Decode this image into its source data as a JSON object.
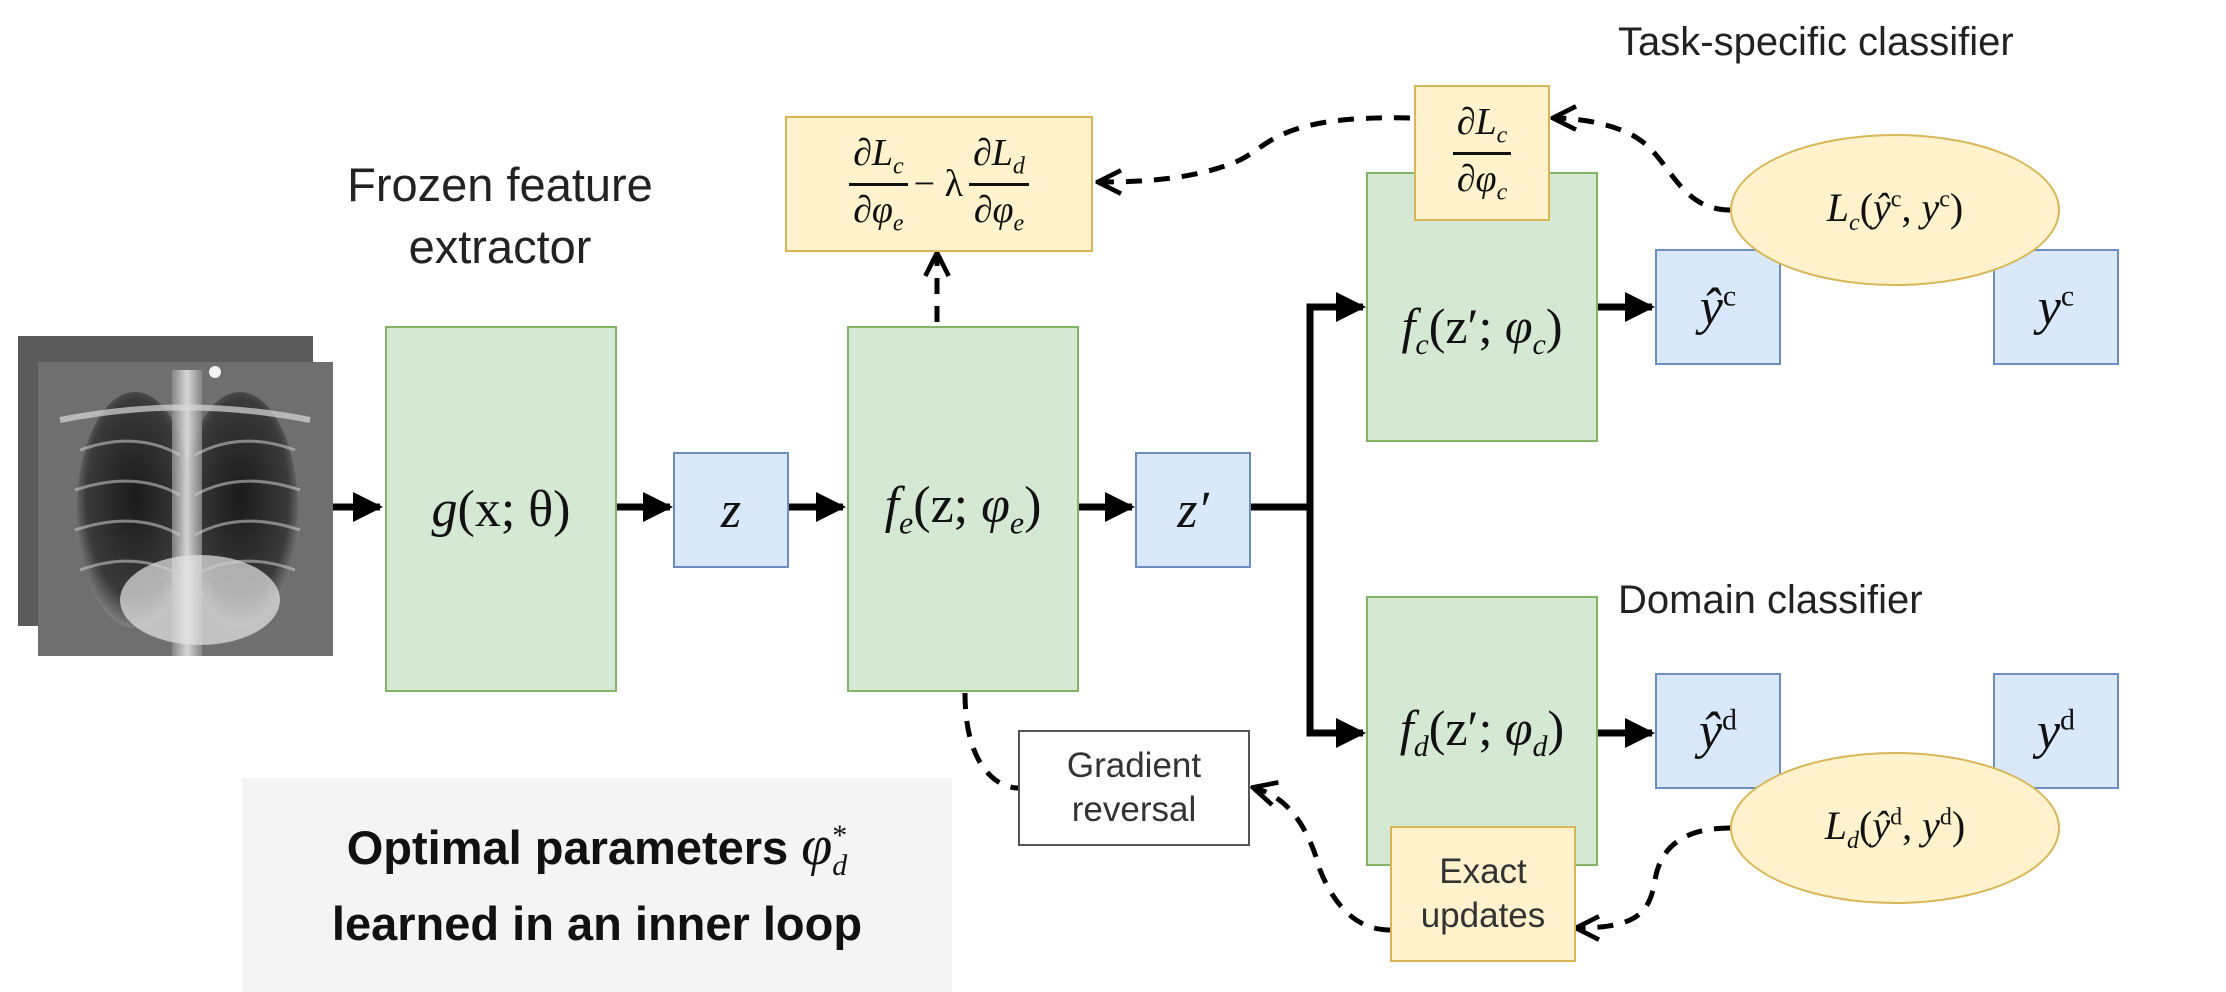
{
  "labels": {
    "frozen_title": "Frozen feature\nextractor",
    "task_title": "Task-specific classifier",
    "domain_title": "Domain classifier",
    "gradient_reversal": "Gradient\nreversal",
    "exact_updates": "Exact\nupdates",
    "note_line1": "Optimal parameters ",
    "note_line2": "learned in an inner loop"
  },
  "math": {
    "g": {
      "name": "g",
      "args": "(x; θ)"
    },
    "z": "z",
    "fe": {
      "name": "f",
      "sub": "e",
      "args_open": "(z; ",
      "phi": "φ",
      "phi_sub": "e",
      "close": ")"
    },
    "zprime": "z′",
    "fc": {
      "name": "f",
      "sub": "c",
      "args_open": "(z′; ",
      "phi": "φ",
      "phi_sub": "c",
      "close": ")"
    },
    "fd": {
      "name": "f",
      "sub": "d",
      "args_open": "(z′; ",
      "phi": "φ",
      "phi_sub": "d",
      "close": ")"
    },
    "yhat_c": {
      "base": "ŷ",
      "sup": "c"
    },
    "y_c": {
      "base": "y",
      "sup": "c"
    },
    "yhat_d": {
      "base": "ŷ",
      "sup": "d"
    },
    "y_d": {
      "base": "y",
      "sup": "d"
    },
    "Lc": {
      "name": "L",
      "sub": "c",
      "open": "(",
      "a": "ŷ",
      "a_sup": "c",
      "comma": ", ",
      "b": "y",
      "b_sup": "c",
      "close": ")"
    },
    "Ld": {
      "name": "L",
      "sub": "d",
      "open": "(",
      "a": "ŷ",
      "a_sup": "d",
      "comma": ", ",
      "b": "y",
      "b_sup": "d",
      "close": ")"
    },
    "dLc_dphic": {
      "num": "∂L",
      "num_sub": "c",
      "den": "∂φ",
      "den_sub": "c"
    },
    "combined": {
      "num1": "∂L",
      "num1_sub": "c",
      "den1": "∂φ",
      "den1_sub": "e",
      "minus_lambda": " − λ",
      "num2": "∂L",
      "num2_sub": "d",
      "den2": "∂φ",
      "den2_sub": "e"
    },
    "phi_star": {
      "base": "φ",
      "sup": "*",
      "sub": "d"
    }
  },
  "colors": {
    "green_fill": "#d5e8d4",
    "green_stroke": "#82b366",
    "blue_fill": "#dae8fc",
    "blue_stroke": "#6c8ebf",
    "yellow_fill": "#fff2cc",
    "yellow_stroke": "#d6b656",
    "arrow": "#000000"
  },
  "image": {
    "icon": "chest-xray-image"
  }
}
